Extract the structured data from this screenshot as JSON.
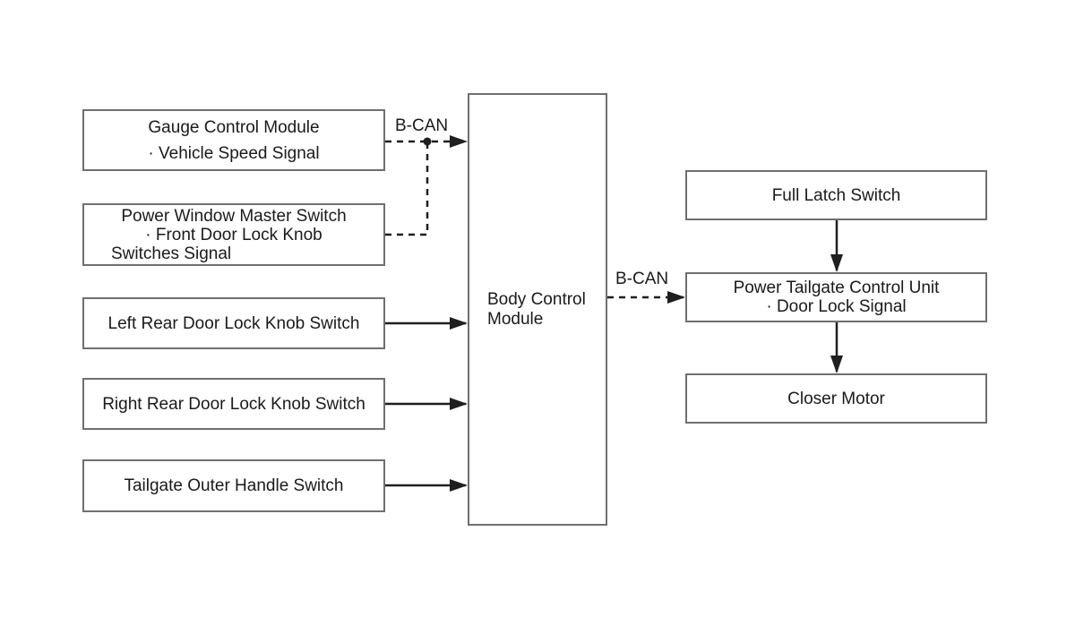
{
  "labels": {
    "bcan_left": "B-CAN",
    "bcan_right": "B-CAN"
  },
  "nodes": {
    "gauge_control_module": {
      "lines": [
        "Gauge Control Module",
        "· Vehicle Speed Signal"
      ]
    },
    "power_window_master_switch": {
      "lines": [
        "Power Window Master Switch",
        "· Front Door Lock Knob",
        "Switches Signal"
      ]
    },
    "left_rear_door_lock_knob_switch": {
      "lines": [
        "Left Rear Door Lock Knob Switch"
      ]
    },
    "right_rear_door_lock_knob_switch": {
      "lines": [
        "Right Rear Door Lock Knob Switch"
      ]
    },
    "tailgate_outer_handle_switch": {
      "lines": [
        "Tailgate Outer Handle Switch"
      ]
    },
    "body_control_module": {
      "lines": [
        "Body Control",
        "Module"
      ]
    },
    "full_latch_switch": {
      "lines": [
        "Full Latch Switch"
      ]
    },
    "power_tailgate_control_unit": {
      "lines": [
        "Power Tailgate Control Unit",
        "· Door Lock Signal"
      ]
    },
    "closer_motor": {
      "lines": [
        "Closer Motor"
      ]
    }
  },
  "edges": [
    {
      "from": "Gauge Control Module",
      "to": "Body Control Module",
      "style": "dashed",
      "label": "B-CAN"
    },
    {
      "from": "Power Window Master Switch",
      "to": "Body Control Module",
      "style": "dashed",
      "label": "B-CAN",
      "note": "joins Gauge Control Module bus line at junction dot"
    },
    {
      "from": "Left Rear Door Lock Knob Switch",
      "to": "Body Control Module",
      "style": "solid"
    },
    {
      "from": "Right Rear Door Lock Knob Switch",
      "to": "Body Control Module",
      "style": "solid"
    },
    {
      "from": "Tailgate Outer Handle Switch",
      "to": "Body Control Module",
      "style": "solid"
    },
    {
      "from": "Body Control Module",
      "to": "Power Tailgate Control Unit",
      "style": "dashed",
      "label": "B-CAN"
    },
    {
      "from": "Full Latch Switch",
      "to": "Power Tailgate Control Unit",
      "style": "solid"
    },
    {
      "from": "Power Tailgate Control Unit",
      "to": "Closer Motor",
      "style": "solid"
    }
  ],
  "colors": {
    "background": "#ffffff",
    "box_border": "#6f6f6f",
    "line": "#1f1f1f",
    "text": "#1a1a1a"
  }
}
